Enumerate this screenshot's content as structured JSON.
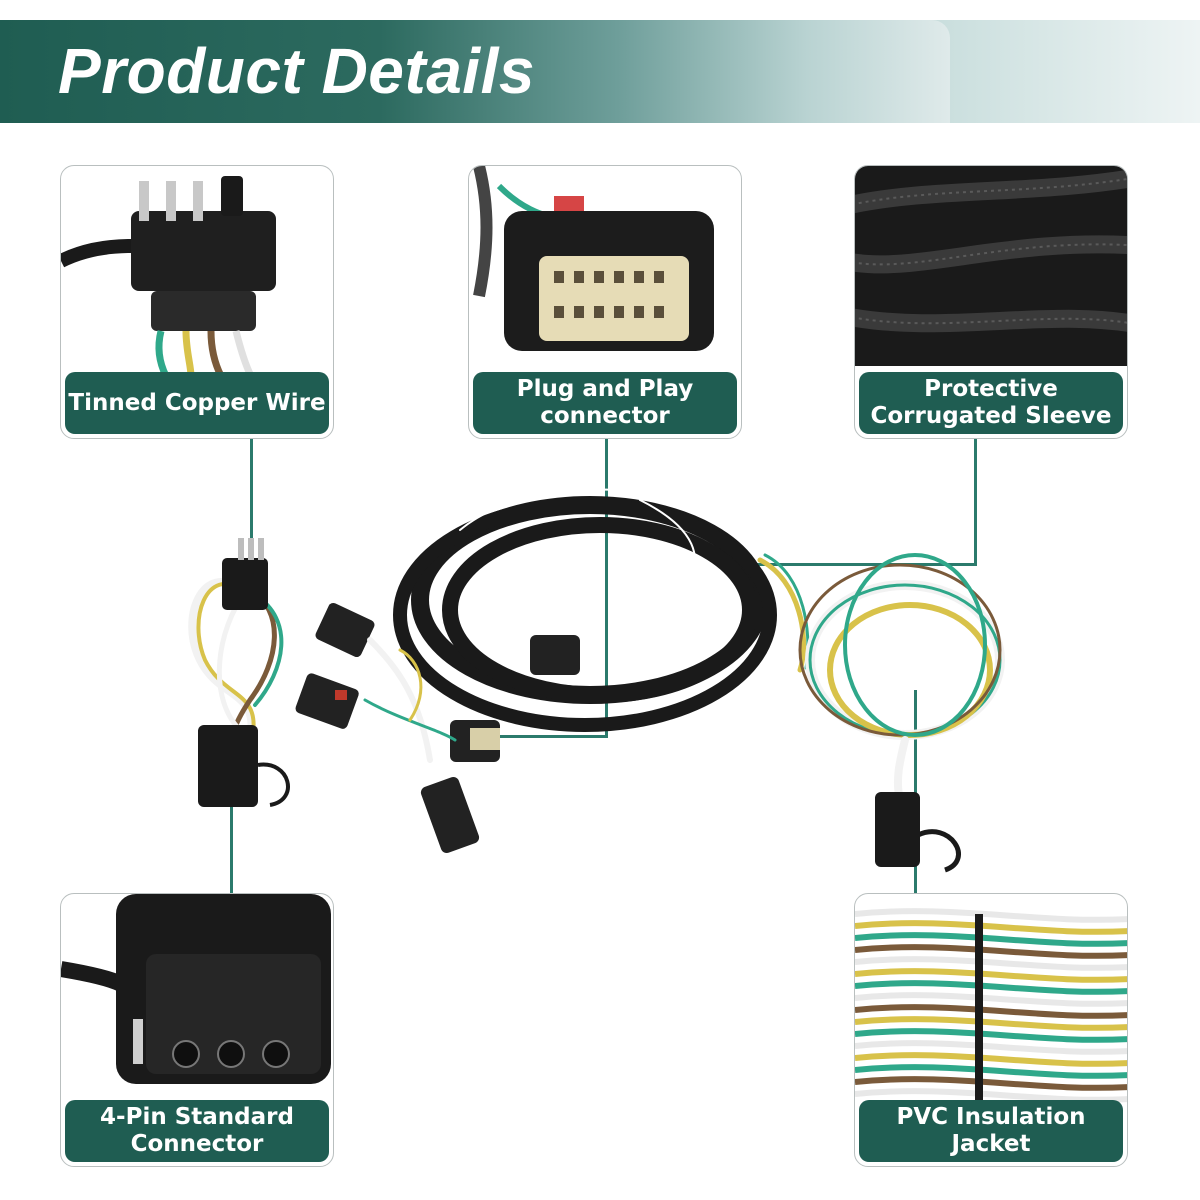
{
  "header": {
    "title": "Product Details"
  },
  "cards": {
    "tinned_copper": {
      "label": "Tinned Copper Wire"
    },
    "plug_play": {
      "label": "Plug and Play connector"
    },
    "corrugated": {
      "label": "Protective Corrugated Sleeve"
    },
    "four_pin": {
      "label": "4-Pin Standard Connector"
    },
    "pvc": {
      "label": "PVC Insulation Jacket"
    }
  },
  "colors": {
    "brand_green": "#1f5d52",
    "leader_line": "#2b7a6c",
    "wire_green": "#2fa88a",
    "wire_yellow": "#d8c24a",
    "wire_brown": "#7a5a3a",
    "wire_white": "#f2f2f2",
    "harness_black": "#1a1a1a"
  }
}
